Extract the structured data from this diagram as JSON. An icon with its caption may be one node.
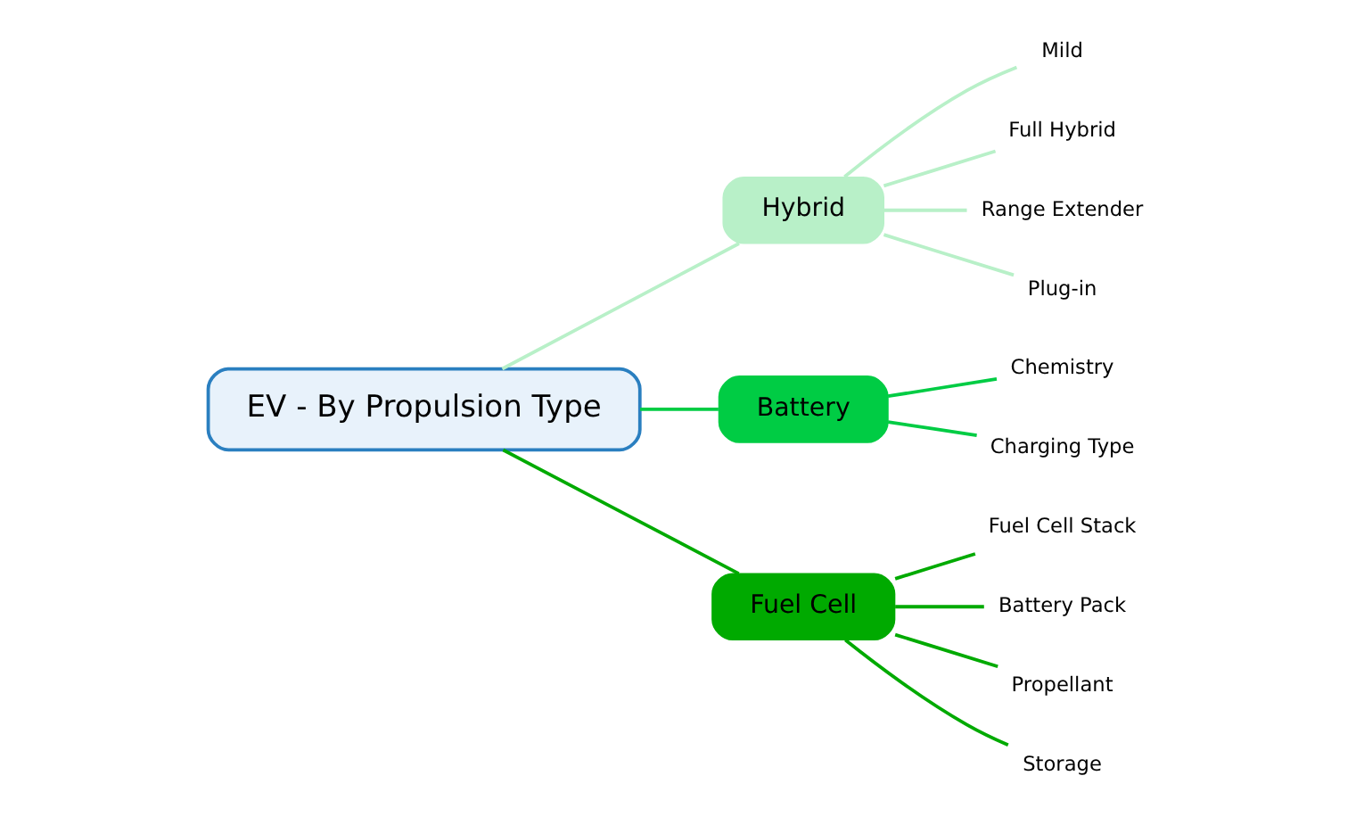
{
  "diagram": {
    "nodes": [
      {
        "text": [
          "EV - By Propulsion Type"
        ]
      },
      {
        "text": [
          "Hybrid"
        ]
      },
      {
        "text": [
          "Battery"
        ]
      },
      {
        "text": [
          "Fuel Cell"
        ]
      },
      {
        "text": [
          "Mild"
        ]
      },
      {
        "text": [
          "Full Hybrid"
        ]
      },
      {
        "text": [
          "Range Extender"
        ]
      },
      {
        "text": [
          "Plug-in"
        ]
      },
      {
        "text": [
          "Chemistry"
        ]
      },
      {
        "text": [
          "Charging Type"
        ]
      },
      {
        "text": [
          "Fuel Cell Stack"
        ]
      },
      {
        "text": [
          "Battery Pack"
        ]
      },
      {
        "text": [
          "Propellant"
        ]
      },
      {
        "text": [
          "Storage"
        ]
      }
    ],
    "edges": [
      {
        "from": 0,
        "to": 1,
        "arrow": "none",
        "color": "#b8f0c8"
      },
      {
        "from": 0,
        "to": 2,
        "arrow": "none",
        "color": "#00cc44"
      },
      {
        "from": 0,
        "to": 3,
        "arrow": "none",
        "color": "#00aa00"
      },
      {
        "from": 1,
        "to": 4,
        "arrow": "none",
        "color": "#b8f0c8"
      },
      {
        "from": 1,
        "to": 5,
        "arrow": "none",
        "color": "#b8f0c8"
      },
      {
        "from": 1,
        "to": 6,
        "arrow": "none",
        "color": "#b8f0c8"
      },
      {
        "from": 1,
        "to": 7,
        "arrow": "none",
        "color": "#b8f0c8"
      },
      {
        "from": 2,
        "to": 8,
        "arrow": "none",
        "color": "#00cc44"
      },
      {
        "from": 2,
        "to": 9,
        "arrow": "none",
        "color": "#00cc44"
      },
      {
        "from": 3,
        "to": 10,
        "arrow": "none",
        "color": "#00aa00"
      },
      {
        "from": 3,
        "to": 11,
        "arrow": "none",
        "color": "#00aa00"
      },
      {
        "from": 3,
        "to": 12,
        "arrow": "none",
        "color": "#00aa00"
      },
      {
        "from": 3,
        "to": 13,
        "arrow": "none",
        "color": "#00aa00"
      }
    ]
  }
}
